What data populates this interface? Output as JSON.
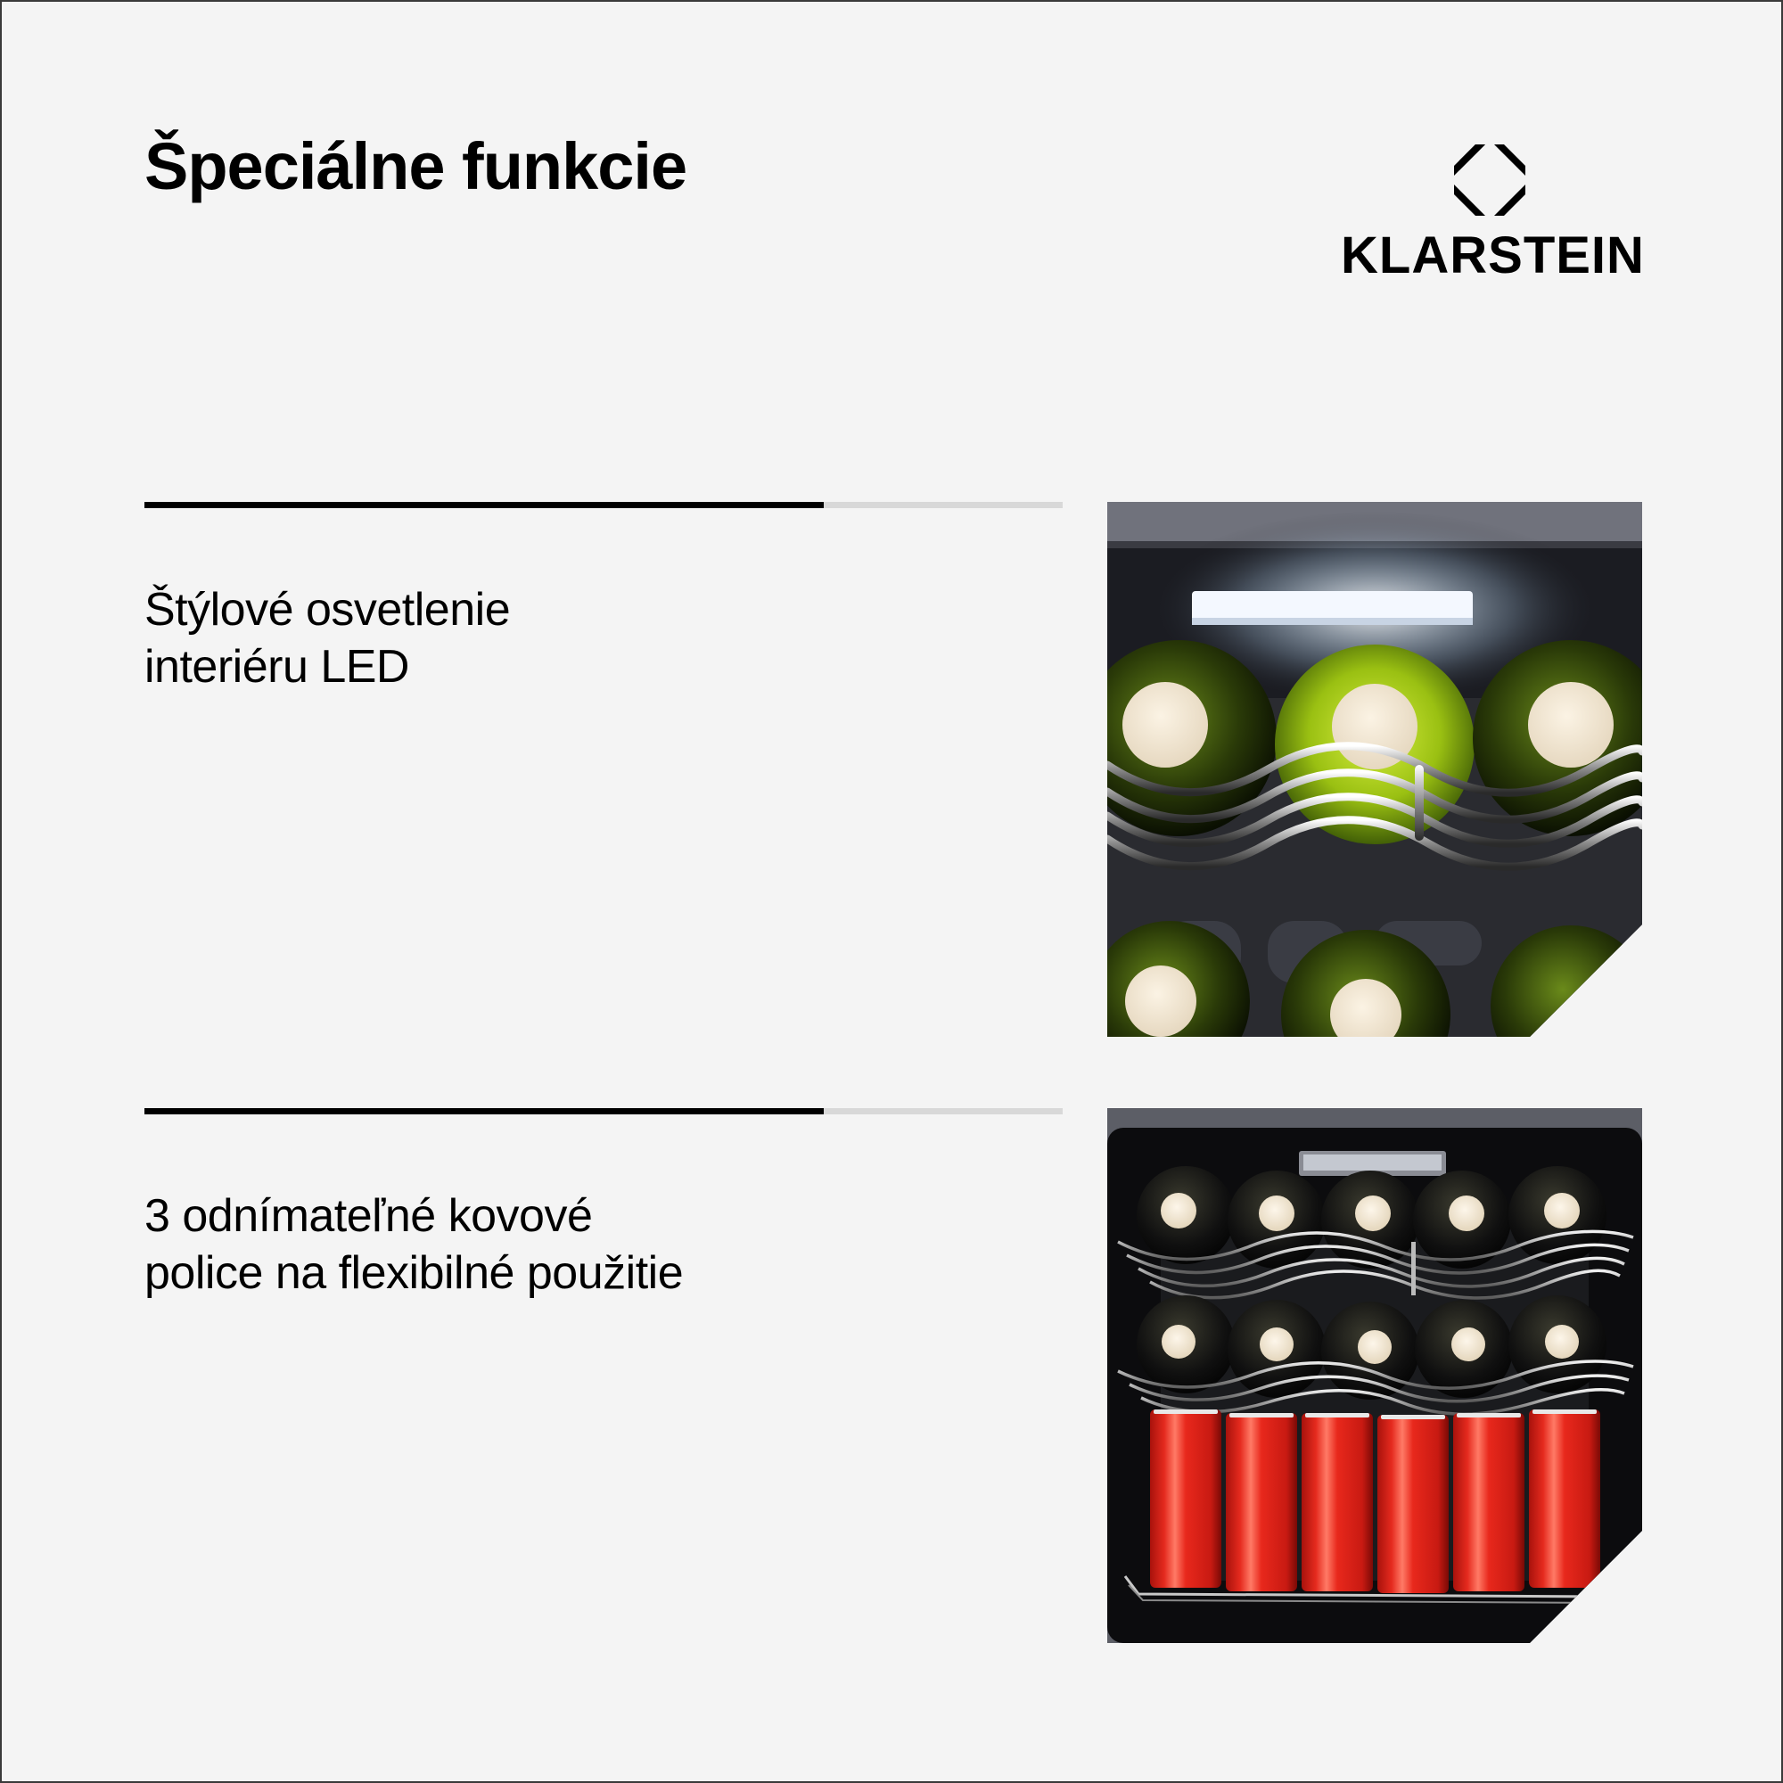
{
  "header": {
    "title": "Špeciálne funkcie",
    "brand": "KLARSTEIN",
    "brand_icon": "klarstein-octagon-logo-icon"
  },
  "colors": {
    "background": "#f4f4f4",
    "text": "#000000",
    "progress_track": "#d8d8d8",
    "progress_fill": "#000000",
    "can_red": "#e0241c"
  },
  "features": [
    {
      "text": "Štýlové osvetlenie\ninteriéru LED",
      "progress_percent": 74,
      "image_alt": "LED interior light above green bottles on chrome wave shelf"
    },
    {
      "text": "3 odnímateľné kovové\npolice na flexibilné použitie",
      "progress_percent": 74,
      "image_alt": "Fridge interior with two wine racks of bottles and row of red cans"
    }
  ]
}
